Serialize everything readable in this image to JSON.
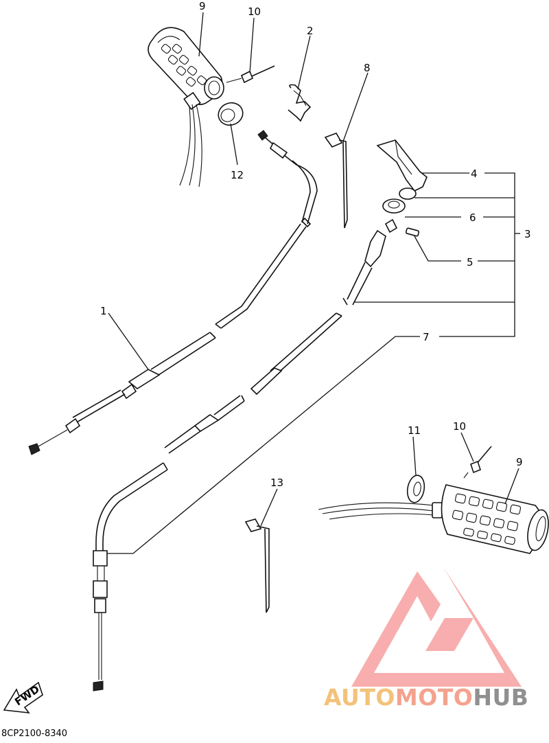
{
  "diagram": {
    "callouts": {
      "c1": "1",
      "c2": "2",
      "c3": "3",
      "c4": "4",
      "c5": "5",
      "c6": "6",
      "c7": "7",
      "c8": "8",
      "c9_top": "9",
      "c9_bottom": "9",
      "c10_top": "10",
      "c10_bottom": "10",
      "c11": "11",
      "c12": "12",
      "c13": "13"
    },
    "fwd_label": "FWD",
    "part_code": "8CP2100-8340"
  },
  "watermark": {
    "part1": "AUTO",
    "part2": "MOTO",
    "part3": "HUB",
    "colors": {
      "auto": "#f3c27a",
      "moto": "#f4a28e",
      "hub": "#8f8f8f",
      "logo": "#f4a0a0"
    }
  }
}
